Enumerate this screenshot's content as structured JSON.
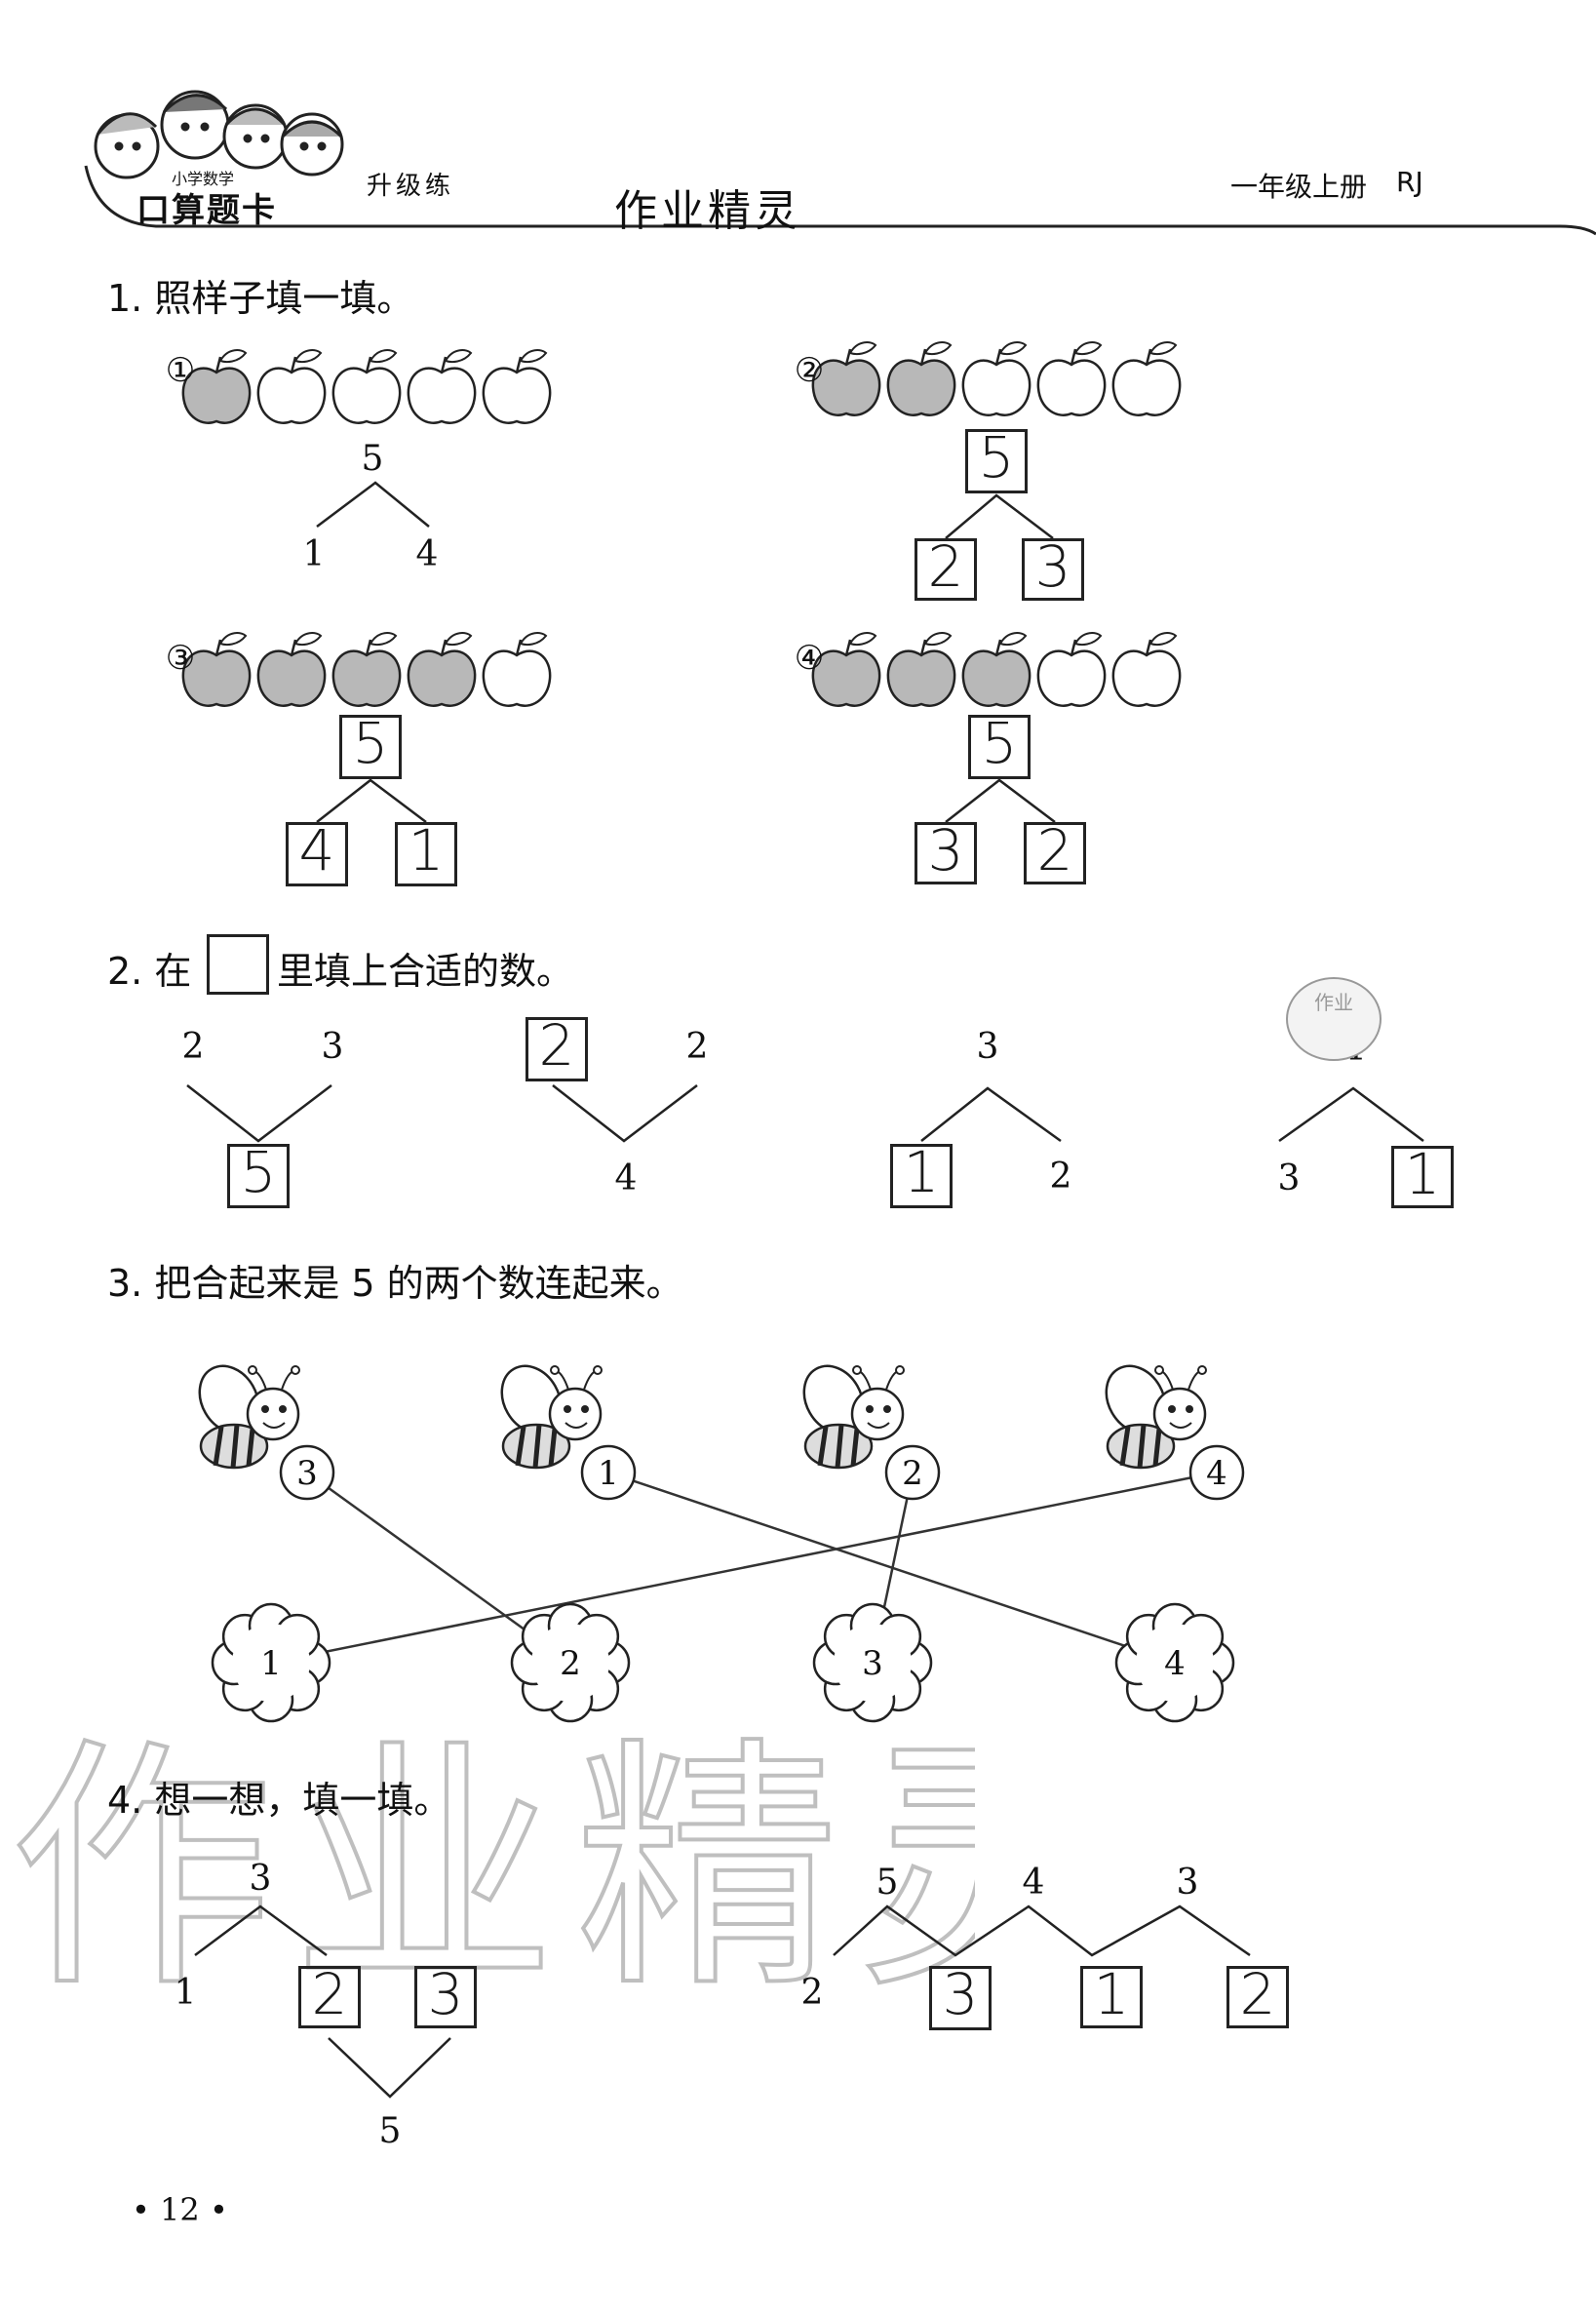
{
  "header": {
    "logo_small": "小学数学",
    "logo_main": "口算题卡",
    "subtitle": "升级练",
    "center_brand": "作业精灵",
    "grade": "一年级上册",
    "edition": "RJ"
  },
  "q1": {
    "title": "1. 照样子填一填。",
    "items": [
      {
        "label": "①",
        "top": "5",
        "left": "1",
        "right": "4",
        "shaded": 1
      },
      {
        "label": "②",
        "top": "5",
        "left": "2",
        "right": "3",
        "shaded": 2
      },
      {
        "label": "③",
        "top": "5",
        "left": "4",
        "right": "1",
        "shaded": 4
      },
      {
        "label": "④",
        "top": "5",
        "left": "3",
        "right": "2",
        "shaded": 3
      }
    ]
  },
  "q2": {
    "title_pre": "2. 在",
    "title_post": "里填上合适的数。",
    "items": [
      {
        "a": "2",
        "b": "3",
        "c": "5"
      },
      {
        "a": "2",
        "b": "2",
        "c": "4"
      },
      {
        "a": "3",
        "b": "1",
        "c": "2"
      },
      {
        "a": "4",
        "b": "3",
        "c": "1"
      }
    ]
  },
  "q3": {
    "title": "3. 把合起来是 5 的两个数连起来。",
    "bees": [
      "3",
      "1",
      "2",
      "4"
    ],
    "flowers": [
      "1",
      "2",
      "3",
      "4"
    ]
  },
  "q4": {
    "title": "4. 想一想，填一填。",
    "left": {
      "top": "3",
      "a": "1",
      "b": "2",
      "c": "3",
      "bottom": "5"
    },
    "right": {
      "t1": "5",
      "t2": "4",
      "t3": "3",
      "b0": "2",
      "b1": "3",
      "b2": "1",
      "b3": "2"
    }
  },
  "watermark": "作业精灵",
  "stamp": "作业",
  "page_number": "• 12 •"
}
